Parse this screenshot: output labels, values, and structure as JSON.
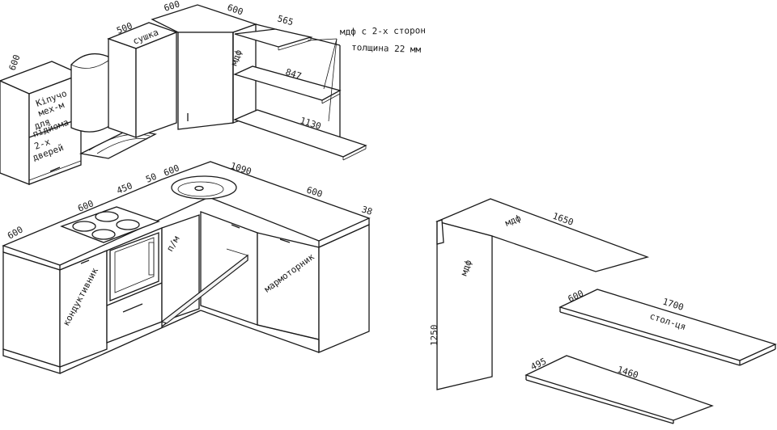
{
  "colors": {
    "line": "#1a1a1a",
    "background": "#ffffff"
  },
  "upper_cabinets": {
    "wall_cabinet_depth": "600",
    "wall_cabinet_label_1": "Кіпучо",
    "wall_cabinet_label_2": "мех-м",
    "wall_cabinet_label_3": "для",
    "wall_cabinet_label_4": "підйома",
    "wall_cabinet_label_5": "2-х",
    "wall_cabinet_label_6": "дверей",
    "dryer_width": "500",
    "dryer_label": "сушка",
    "corner_dim_1": "600",
    "corner_dim_2": "600"
  },
  "shelves": {
    "top_label": "мдф",
    "top_length": "565",
    "mid_length": "847",
    "low_length": "1130"
  },
  "note": {
    "line1": "мдф с 2-х сторон",
    "line2": "толщина 22 мм"
  },
  "lower": {
    "left_depth": "600",
    "stove_width": "600",
    "gap_width": "450",
    "gap2_width": "50",
    "sink_depth": "600",
    "worktop_length": "1090",
    "right_width": "600",
    "end_thickness": "38",
    "pm_label": "п/м",
    "corner_cabinet_label": "кондуктивник",
    "right_cabinet_label": "мармоторник"
  },
  "bar": {
    "top_length": "1650",
    "top_label": "мдф",
    "leg_label": "мдф",
    "leg_height": "1250"
  },
  "panels": {
    "table_top_depth": "600",
    "table_top_length": "1700",
    "table_top_label": "стол-ця",
    "small_panel_depth": "495",
    "small_panel_length": "1460"
  }
}
